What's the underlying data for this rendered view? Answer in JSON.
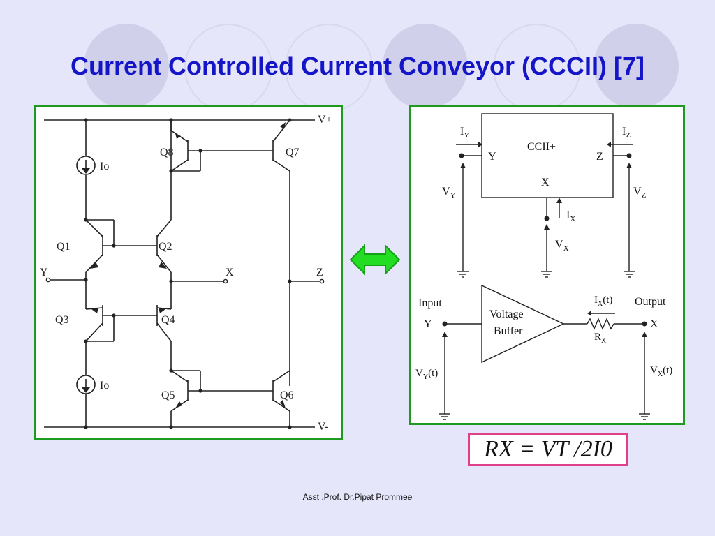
{
  "slide": {
    "title": "Current Controlled Current Conveyor (CCCII) [7]",
    "footer": "Asst .Prof. Dr.Pipat Prommee",
    "formula_text": "RX = VT /2I0",
    "colors": {
      "background": "#e6e6fa",
      "title": "#1515c8",
      "panel_border": "#1e9a1e",
      "formula_border": "#e0408a",
      "arrow": "#22dd22"
    }
  },
  "left_circuit": {
    "rail_top": "V+",
    "rail_bottom": "V-",
    "source_top": "Io",
    "source_bottom": "Io",
    "transistors": {
      "q1": "Q1",
      "q2": "Q2",
      "q3": "Q3",
      "q4": "Q4",
      "q5": "Q5",
      "q6": "Q6",
      "q7": "Q7",
      "q8": "Q8"
    },
    "terminals": {
      "y": "Y",
      "x": "X",
      "z": "Z"
    }
  },
  "right_block": {
    "block_name": "CCII+",
    "port_y": "Y",
    "port_z": "Z",
    "port_x": "X",
    "current_y": "I",
    "current_y_sub": "Y",
    "current_z": "I",
    "current_z_sub": "Z",
    "current_x": "I",
    "current_x_sub": "X",
    "voltage_y": "V",
    "voltage_y_sub": "Y",
    "voltage_z": "V",
    "voltage_z_sub": "Z",
    "voltage_x": "V",
    "voltage_x_sub": "X",
    "buffer_line1": "Voltage",
    "buffer_line2": "Buffer",
    "input_label": "Input",
    "input_port": "Y",
    "output_label": "Output",
    "output_port": "X",
    "ix_t_main": "I",
    "ix_t_sub": "X",
    "ix_t_suffix": "(t)",
    "rx_main": "R",
    "rx_sub": "X",
    "vy_t_main": "V",
    "vy_t_sub": "Y",
    "vy_t_suffix": "(t)",
    "vx_t_main": "V",
    "vx_t_sub": "X",
    "vx_t_suffix": "(t)"
  }
}
